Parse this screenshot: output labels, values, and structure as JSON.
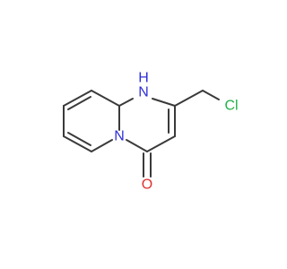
{
  "molecule": {
    "labels": {
      "nh": "H",
      "nh_n": "N",
      "n_ring": "N",
      "oxygen": "O",
      "chlorine": "Cl"
    },
    "colors": {
      "bond": "#3a3a3a",
      "nitrogen": "#2f2fd8",
      "oxygen": "#e03030",
      "chlorine": "#22b04a"
    }
  }
}
